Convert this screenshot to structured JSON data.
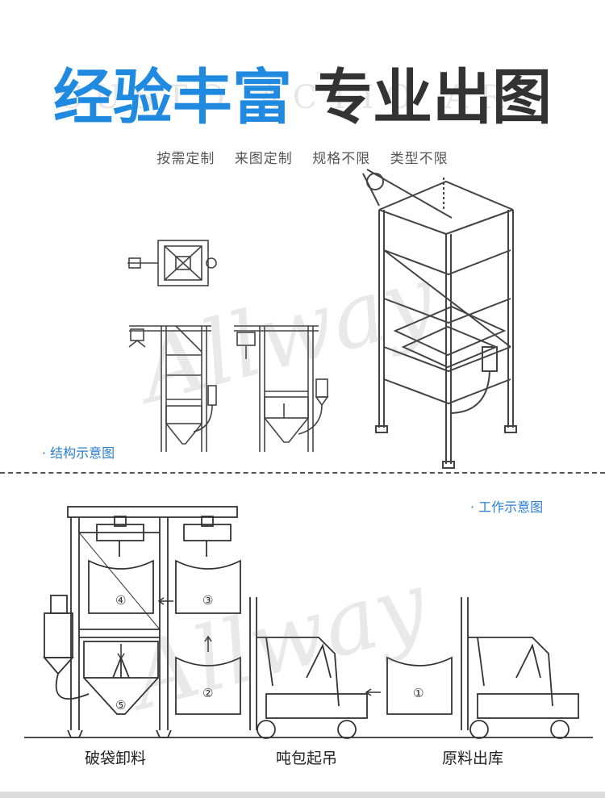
{
  "background_letters": "CUSTO   ACTIO   ART",
  "title_part1": "经验丰富",
  "title_part2": "专业出图",
  "subtitle_items": [
    "按需定制",
    "来图定制",
    "规格不限",
    "类型不限"
  ],
  "structure_label": "· 结构示意图",
  "work_label": "· 工作示意图",
  "watermark": "Allway",
  "captions": [
    "破袋卸料",
    "吨包起吊",
    "原料出库"
  ],
  "step_numbers": [
    "①",
    "②",
    "③",
    "④",
    "⑤"
  ],
  "colors": {
    "title_blue": "#1f8ae0",
    "title_dark": "#333333",
    "label_blue": "#2b7fd0"
  }
}
